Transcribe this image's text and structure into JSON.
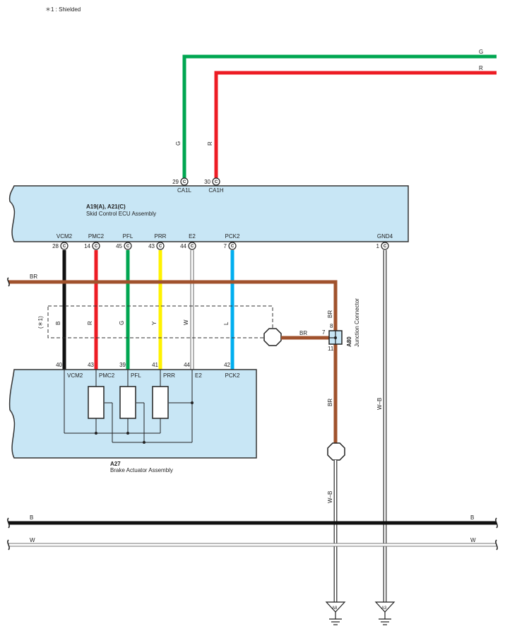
{
  "note": "＊1 : Shielded",
  "colors": {
    "green": "#00a651",
    "red": "#ed1c24",
    "black": "#111111",
    "yellow": "#fff200",
    "white_wire_edge": "#666666",
    "blue": "#00aeef",
    "brown": "#a0522d",
    "box_fill": "#c8e6f5"
  },
  "top_wires": {
    "g_label": "G",
    "r_label": "R",
    "g_vlabel": "G",
    "r_vlabel": "R"
  },
  "ecu": {
    "title": "A19(A), A21(C)",
    "subtitle": "Skid Control ECU Assembly",
    "top_pins": [
      {
        "num": "29",
        "name": "CA1L",
        "conn": "C"
      },
      {
        "num": "30",
        "name": "CA1H",
        "conn": "C"
      }
    ],
    "bottom_pins": [
      {
        "num": "28",
        "name": "VCM2",
        "conn": "C"
      },
      {
        "num": "14",
        "name": "PMC2",
        "conn": "C"
      },
      {
        "num": "45",
        "name": "PFL",
        "conn": "C"
      },
      {
        "num": "43",
        "name": "PRR",
        "conn": "C"
      },
      {
        "num": "44",
        "name": "E2",
        "conn": "C"
      },
      {
        "num": "7",
        "name": "PCK2",
        "conn": "C"
      },
      {
        "num": "1",
        "name": "GND4",
        "conn": "C"
      }
    ]
  },
  "wire_colors": [
    "B",
    "R",
    "G",
    "Y",
    "W",
    "L"
  ],
  "shield_label": "(＊1)",
  "br_bus_label": "BR",
  "br_short_label": "BR",
  "junction": {
    "id": "A80",
    "name": "Junction Connector",
    "pin_in": "7",
    "pin_top": "8",
    "pin_bottom": "11",
    "br_top": "BR",
    "br_down": "BR"
  },
  "actuator": {
    "id": "A27",
    "name": "Brake Actuator Assembly",
    "pins": [
      {
        "num": "40",
        "name": "VCM2"
      },
      {
        "num": "43",
        "name": "PMC2"
      },
      {
        "num": "39",
        "name": "PFL"
      },
      {
        "num": "41",
        "name": "PRR"
      },
      {
        "num": "44",
        "name": "E2"
      },
      {
        "num": "42",
        "name": "PCK2"
      }
    ]
  },
  "gnd_wire_label": "W–B",
  "gnd4_wire_label": "W–B",
  "bus_b": {
    "left": "B",
    "right": "B"
  },
  "bus_w": {
    "left": "W",
    "right": "W"
  },
  "grounds": [
    "A8",
    "A3"
  ]
}
